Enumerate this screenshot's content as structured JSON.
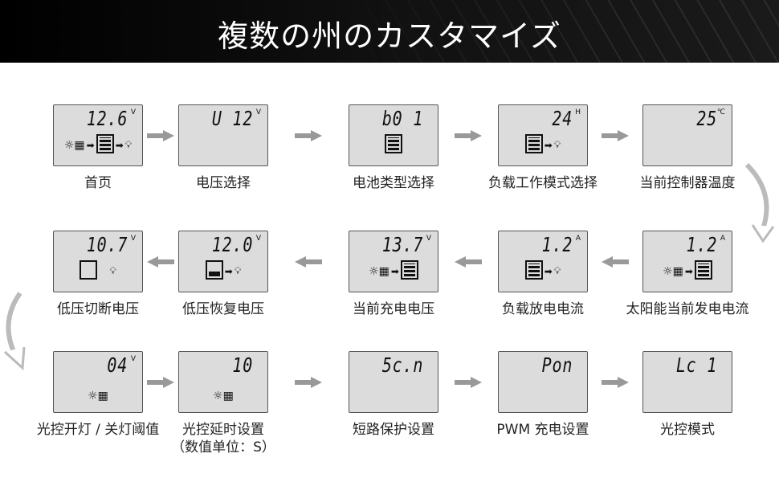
{
  "header": {
    "title": "複数の州のカスタマイズ"
  },
  "screens": [
    {
      "display": "12.6",
      "unit": "V",
      "icons": "solar-battery-load",
      "label": "首页"
    },
    {
      "display": "U 12",
      "unit": "V",
      "icons": "none",
      "label": "电压选择"
    },
    {
      "display": "b0 1",
      "unit": "",
      "icons": "battery",
      "label": "电池类型选择"
    },
    {
      "display": "24",
      "unit": "H",
      "icons": "battery-load",
      "label": "负载工作模式选择"
    },
    {
      "display": "25",
      "unit": "℃",
      "icons": "none",
      "label": "当前控制器温度"
    },
    {
      "display": "1.2",
      "unit": "A",
      "icons": "solar-battery",
      "label": "太阳能当前发电电流"
    },
    {
      "display": "1.2",
      "unit": "A",
      "icons": "battery-load",
      "label": "负载放电电流"
    },
    {
      "display": "13.7",
      "unit": "V",
      "icons": "solar-battery",
      "label": "当前充电电压"
    },
    {
      "display": "12.0",
      "unit": "V",
      "icons": "halfbattery-load",
      "label": "低压恢复电压"
    },
    {
      "display": "10.7",
      "unit": "V",
      "icons": "emptybattery-load",
      "label": "低压切断电压"
    },
    {
      "display": "04",
      "unit": "V",
      "icons": "solar",
      "label": "光控开灯 / 关灯阈值"
    },
    {
      "display": "10",
      "unit": "",
      "icons": "solar",
      "label": "光控延时设置",
      "sublabel": "（数值单位：S）"
    },
    {
      "display": "5c.n",
      "unit": "",
      "icons": "none",
      "label": "短路保护设置"
    },
    {
      "display": "Pon",
      "unit": "",
      "icons": "none",
      "label": "PWM 充电设置"
    },
    {
      "display": "Lc 1",
      "unit": "",
      "icons": "none",
      "label": "光控模式"
    }
  ],
  "colors": {
    "lcd": "#dcdcdc",
    "arrow": "#999999"
  }
}
